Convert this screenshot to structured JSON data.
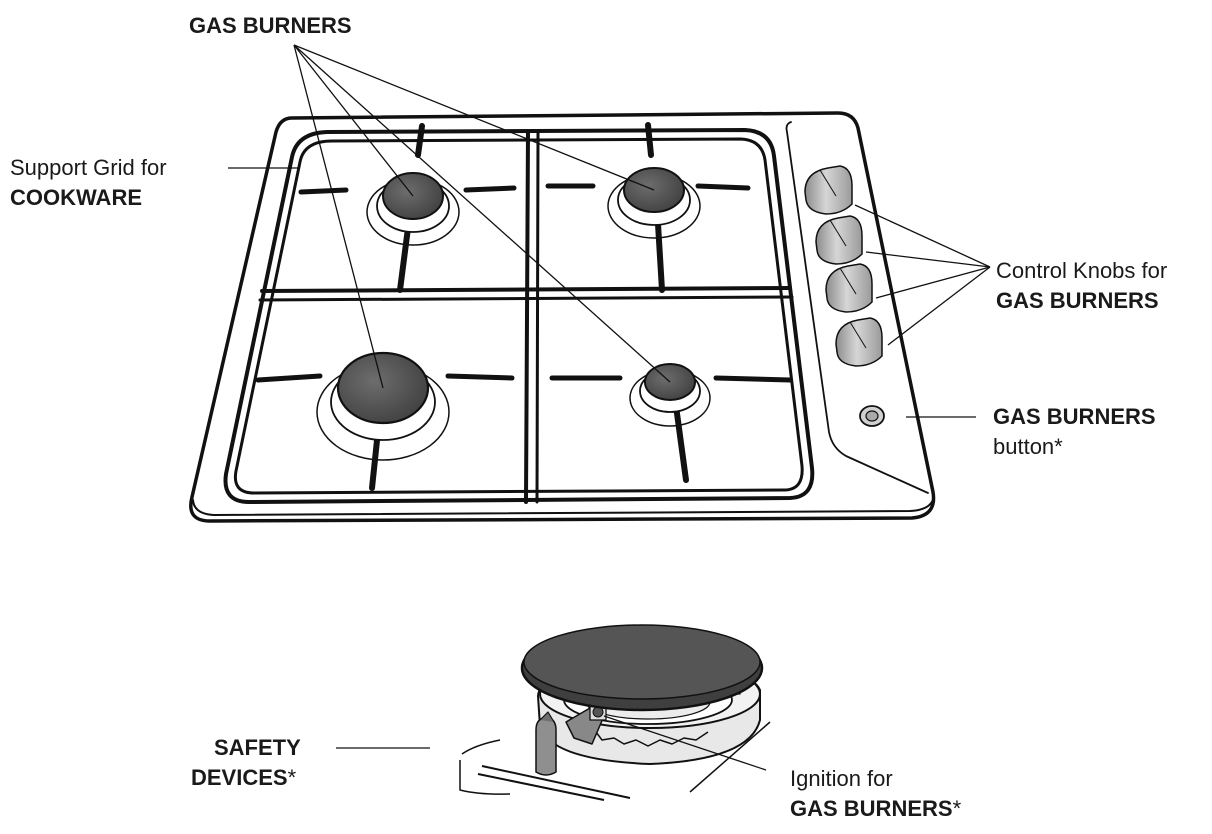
{
  "labels": {
    "top_burners": "GAS BURNERS",
    "grid_line1": "Support Grid for",
    "grid_line2": "COOKWARE",
    "knobs_line1": "Control Knobs for",
    "knobs_line2": "GAS BURNERS",
    "button_line1": "GAS BURNERS",
    "button_line2": "button*",
    "safety_line1": "SAFETY",
    "safety_line2_bold": "DEVICES",
    "safety_line2_star": "*",
    "ignition_line1": "Ignition for",
    "ignition_line2_bold": "GAS BURNERS",
    "ignition_line2_star": "*"
  },
  "colors": {
    "outline": "#111111",
    "burner_cap": "#5a5a5a",
    "burner_cap_dark": "#333333",
    "knob": "#b5b5b5",
    "detail_burner_body": "#e4e4e4"
  }
}
